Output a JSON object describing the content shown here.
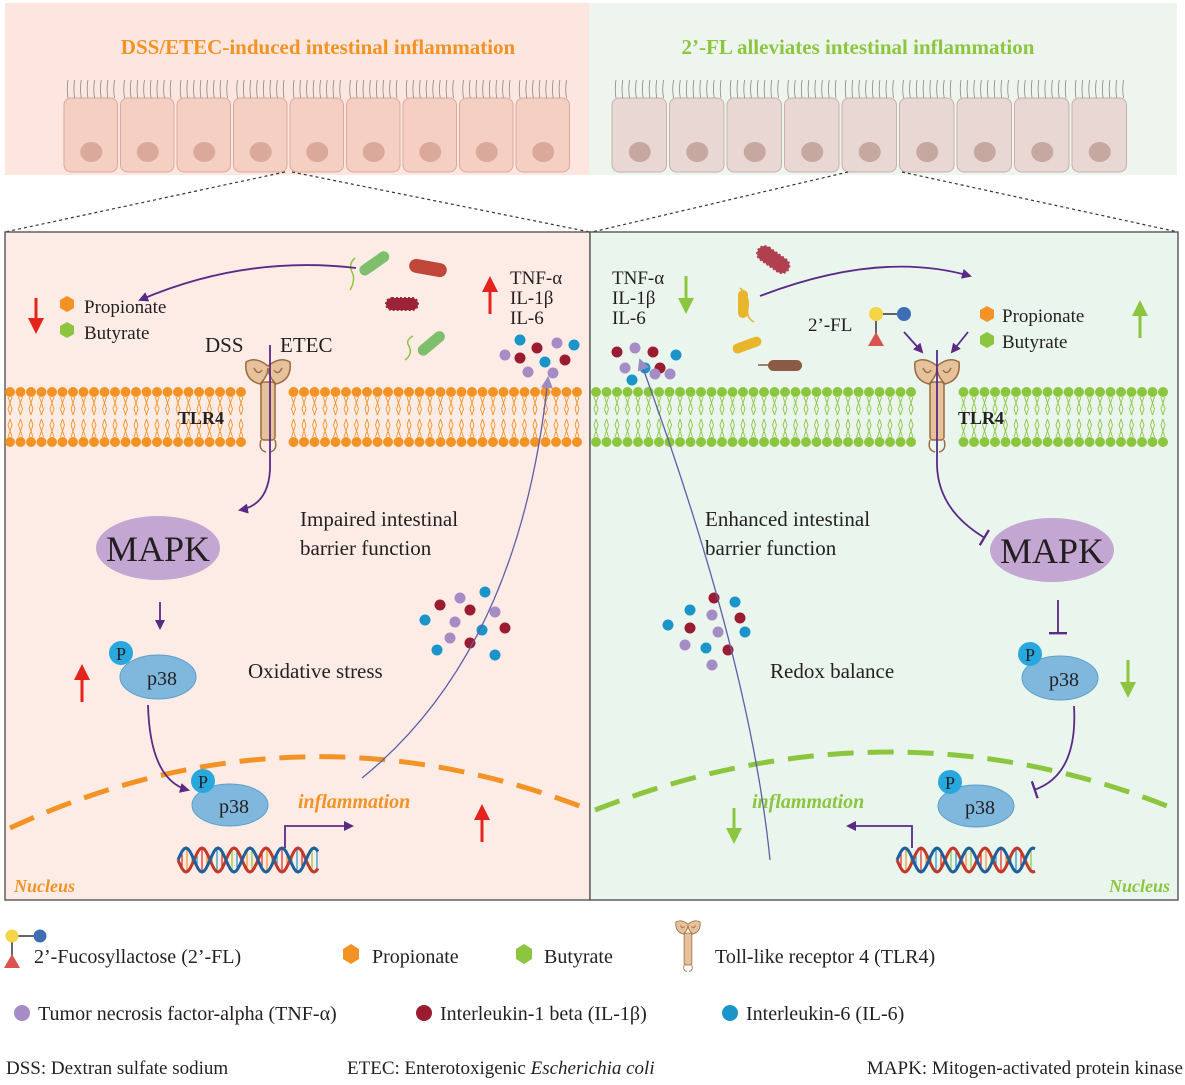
{
  "titles": {
    "left": "DSS/ETEC-induced intestinal inflammation",
    "right": "2’-FL alleviates intestinal inflammation"
  },
  "left_panel": {
    "cytokines": [
      "TNF-α",
      "IL-1β",
      "IL-6"
    ],
    "scfa": [
      "Propionate",
      "Butyrate"
    ],
    "inducers": [
      "DSS",
      "ETEC"
    ],
    "receptor": "TLR4",
    "kinase": "MAPK",
    "barrier": [
      "Impaired intestinal",
      "barrier function"
    ],
    "stress": "Oxidative stress",
    "phospho": "P",
    "p38": "p38",
    "inflammation": "inflammation",
    "nucleus": "Nucleus"
  },
  "right_panel": {
    "cytokines": [
      "TNF-α",
      "IL-1β",
      "IL-6"
    ],
    "scfa": [
      "Propionate",
      "Butyrate"
    ],
    "hmo": "2’-FL",
    "receptor": "TLR4",
    "kinase": "MAPK",
    "barrier": [
      "Enhanced intestinal",
      "barrier function"
    ],
    "stress": "Redox balance",
    "phospho": "P",
    "p38": "p38",
    "inflammation": "inflammation",
    "nucleus": "Nucleus"
  },
  "legend": {
    "row1": [
      "2’-Fucosyllactose (2’-FL)",
      "Propionate",
      "Butyrate",
      "Toll-like receptor 4 (TLR4)"
    ],
    "row2": [
      "Tumor necrosis factor-alpha (TNF-α)",
      "Interleukin-1 beta (IL-1β)",
      "Interleukin-6 (IL-6)"
    ],
    "abbr": {
      "dss": "DSS: Dextran sulfate sodium",
      "etec_prefix": "ETEC: Enterotoxigenic ",
      "etec_italic": "Escherichia coli",
      "mapk": "MAPK: Mitogen-activated protein kinase"
    }
  },
  "colors": {
    "orange": "#f39325",
    "green": "#8cc63f",
    "red": "#e3231c",
    "purple": "#5b2a86",
    "tnf": "#a58cc4",
    "il1b": "#9b1b30",
    "il6": "#1b94c9"
  }
}
